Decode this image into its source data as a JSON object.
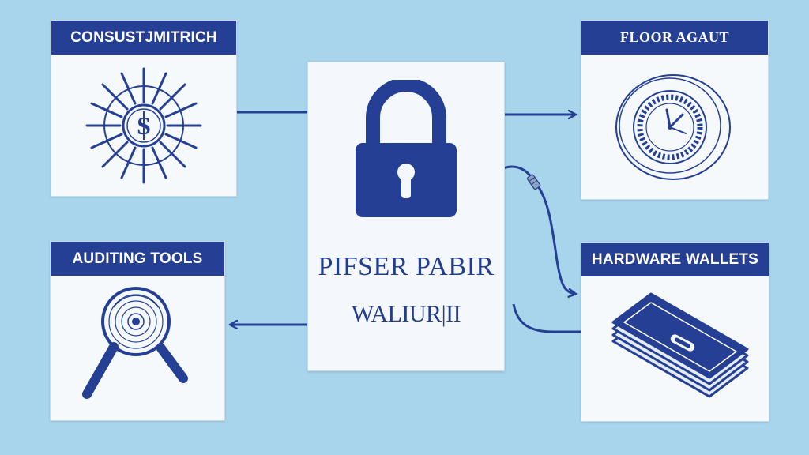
{
  "center": {
    "title": "PIFSER PABIR",
    "subtitle": "WALIUR|II",
    "icon": "padlock-icon"
  },
  "cards": {
    "top_left": {
      "label": "CONSUSTJMITRICH",
      "icon": "crypto-coin-sun-icon"
    },
    "top_right": {
      "label": "FLOOR AGAUT",
      "icon": "clock-dial-icon"
    },
    "bottom_left": {
      "label": "AUDITING TOOLS",
      "icon": "magnifying-glass-icon"
    },
    "bottom_right": {
      "label": "HARDWARE WALLETS",
      "icon": "hardware-wallet-card-icon"
    }
  },
  "colors": {
    "background": "#a8d4ec",
    "accent": "#243f94",
    "panel": "#f4f7fb"
  }
}
